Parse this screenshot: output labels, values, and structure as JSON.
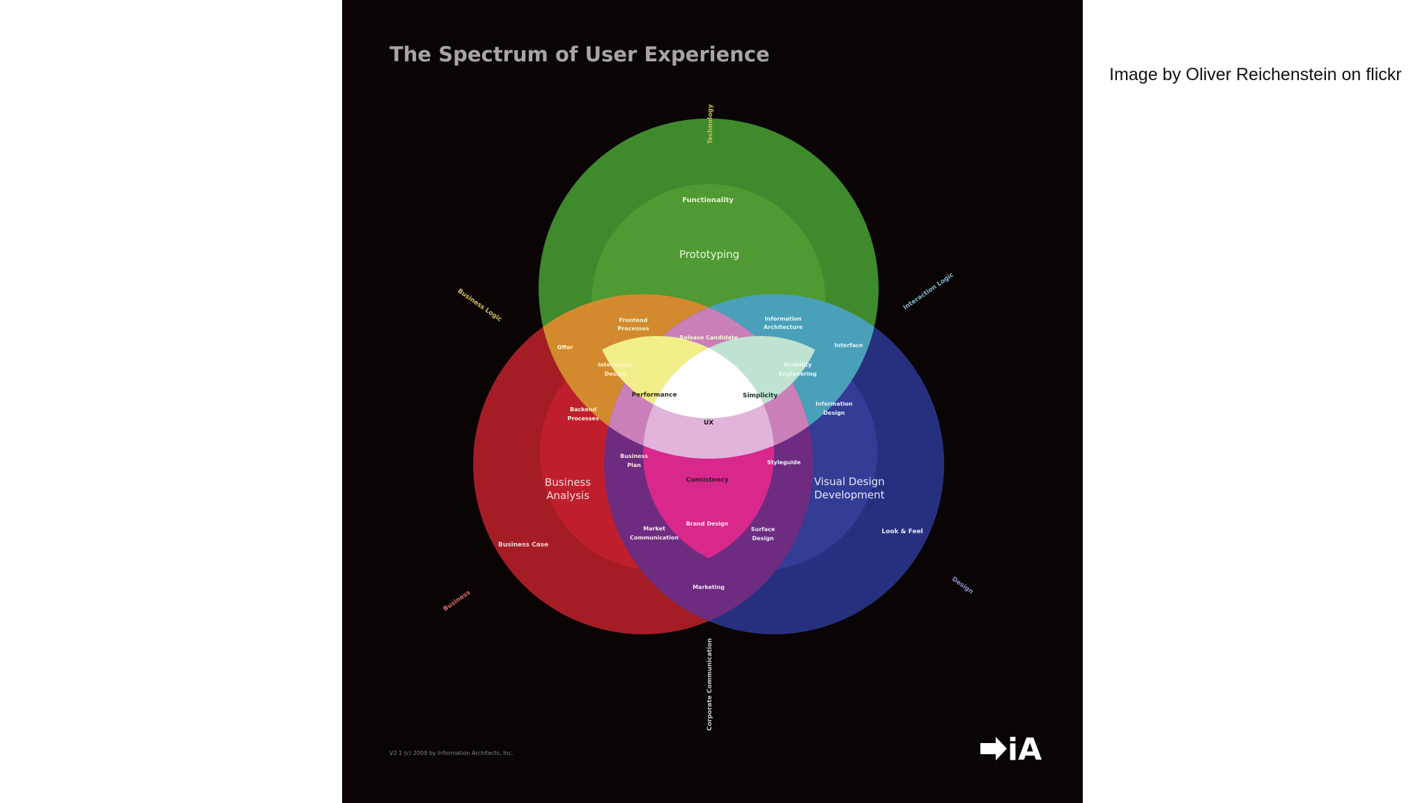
{
  "slide": {
    "caption": "Image by Oliver Reichenstein on flickr"
  },
  "poster": {
    "title": "The Spectrum of User Experience",
    "axes": {
      "top": "Technology",
      "top_left": "Business Logic",
      "top_right": "Interaction Logic",
      "bottom_left": "Business",
      "bottom_right": "Design",
      "bottom": "Corporate Communication"
    },
    "circles": {
      "green": {
        "color": "#3d8a2b",
        "outer": "Functionality",
        "inner": "Prototyping"
      },
      "red": {
        "color": "#b01d23",
        "outer": "Business Case",
        "inner_line1": "Business",
        "inner_line2": "Analysis"
      },
      "blue": {
        "color": "#2a3590",
        "outer": "Look & Feel",
        "inner_line1": "Visual Design",
        "inner_line2": "Development"
      }
    },
    "regions": {
      "frontend_1": "Frontend",
      "frontend_2": "Processes",
      "info_arch_1": "Information",
      "info_arch_2": "Architecture",
      "offer": "Offer",
      "interface": "Interface",
      "release": "Release Candidate",
      "interaction_1": "Interaction",
      "interaction_2": "Design",
      "usability_1": "Usability",
      "usability_2": "Engineering",
      "performance": "Performance",
      "simplicity": "Simplicity",
      "backend_1": "Backend",
      "backend_2": "Processes",
      "info_design_1": "Information",
      "info_design_2": "Design",
      "ux": "UX",
      "business_plan_1": "Business",
      "business_plan_2": "Plan",
      "styleguide": "Styleguide",
      "consistency": "Consistency",
      "brand_design": "Brand Design",
      "market_comm_1": "Market",
      "market_comm_2": "Communication",
      "surface_1": "Surface",
      "surface_2": "Design",
      "marketing": "Marketing"
    },
    "footer": "V2.1 (c) 2009 by Information Architects, Inc.",
    "logo": "iA"
  }
}
